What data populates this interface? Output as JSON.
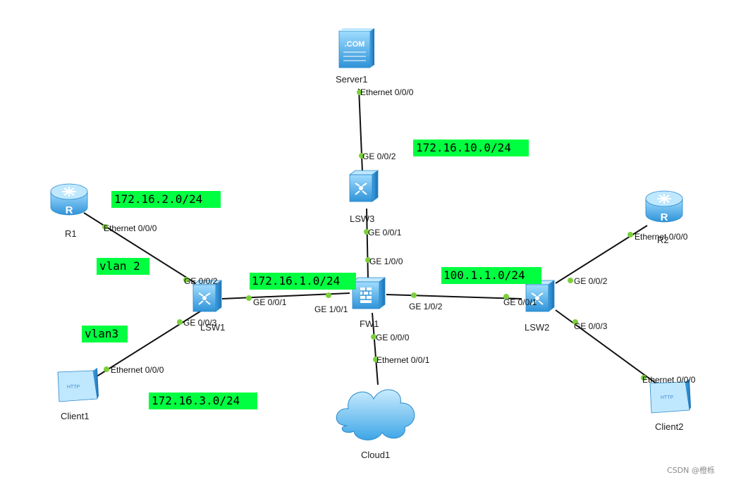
{
  "devices": {
    "server1": "Server1",
    "server_screen_text": ".COM",
    "r1": "R1",
    "r2": "R2",
    "lsw1": "LSW1",
    "lsw2": "LSW2",
    "lsw3": "LSW3",
    "fw1": "FW1",
    "client1": "Client1",
    "client2": "Client2",
    "cloud1": "Cloud1",
    "client_screen_text": "HTTP"
  },
  "ports": {
    "server1_eth": "Ethernet 0/0/0",
    "lsw3_ge002": "GE 0/0/2",
    "lsw3_ge001": "GE 0/0/1",
    "fw1_ge100": "GE 1/0/0",
    "fw1_ge101": "GE 1/0/1",
    "fw1_ge102": "GE 1/0/2",
    "fw1_ge000": "GE 0/0/0",
    "cloud1_eth": "Ethernet 0/0/1",
    "r1_eth": "Ethernet 0/0/0",
    "lsw1_ge002": "GE 0/0/2",
    "lsw1_ge001": "GE 0/0/1",
    "lsw1_ge003": "GE 0/0/3",
    "client1_eth": "Ethernet 0/0/0",
    "lsw2_ge001": "GE 0/0/1",
    "lsw2_ge002": "GE 0/0/2",
    "lsw2_ge003": "GE 0/0/3",
    "r2_eth": "Ethernet 0/0/0",
    "client2_eth": "Ethernet 0/0/0"
  },
  "networks": {
    "net_server": "172.16.10.0/24",
    "net_r1": "172.16.2.0/24",
    "net_fw_lsw1": "172.16.1.0/24",
    "net_fw_lsw2": "100.1.1.0/24",
    "net_client1": "172.16.3.0/24",
    "vlan2": "vlan 2",
    "vlan3": "vlan3"
  },
  "watermark": "CSDN @橙栎",
  "colors": {
    "label_bg": "#00ff40",
    "port_dot": "#7ccf3c",
    "link": "#111111",
    "device_blue": "#4fb3ea"
  }
}
